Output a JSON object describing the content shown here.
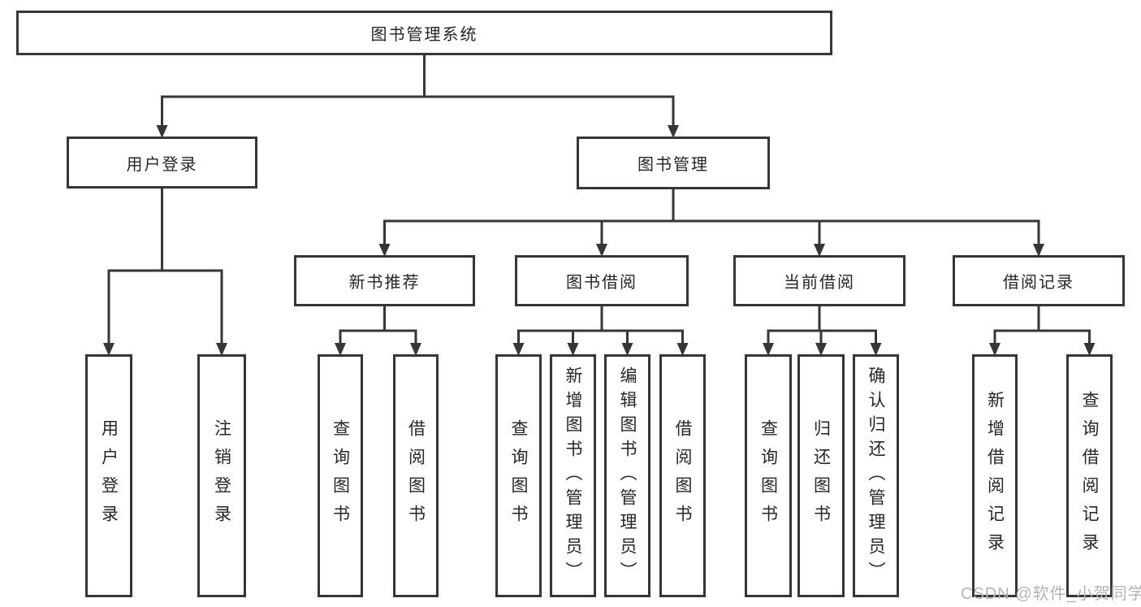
{
  "diagram": {
    "title": "图书管理系统",
    "watermark": "CSDN @软件_小贺同学",
    "colors": {
      "line": "#363636",
      "box_border": "#363636",
      "box_background": "#ffffff",
      "text": "#262626",
      "watermark_text": "#b4b4b4"
    },
    "nodes": [
      {
        "id": "root",
        "label": "图书管理系统",
        "parent": null
      },
      {
        "id": "user-login",
        "label": "用户登录",
        "parent": "root"
      },
      {
        "id": "book-mgmt",
        "label": "图书管理",
        "parent": "root"
      },
      {
        "id": "login",
        "label": "用户登录",
        "parent": "user-login"
      },
      {
        "id": "logout",
        "label": "注销登录",
        "parent": "user-login"
      },
      {
        "id": "new-book-rec",
        "label": "新书推荐",
        "parent": "book-mgmt"
      },
      {
        "id": "book-borrow",
        "label": "图书借阅",
        "parent": "book-mgmt"
      },
      {
        "id": "current-borrow",
        "label": "当前借阅",
        "parent": "book-mgmt"
      },
      {
        "id": "borrow-records",
        "label": "借阅记录",
        "parent": "book-mgmt"
      },
      {
        "id": "nbr-query",
        "label": "查询图书",
        "parent": "new-book-rec"
      },
      {
        "id": "nbr-borrow",
        "label": "借阅图书",
        "parent": "new-book-rec"
      },
      {
        "id": "bb-query",
        "label": "查询图书",
        "parent": "book-borrow"
      },
      {
        "id": "bb-add",
        "label": "新增图书（管理员）",
        "parent": "book-borrow"
      },
      {
        "id": "bb-edit",
        "label": "编辑图书（管理员）",
        "parent": "book-borrow"
      },
      {
        "id": "bb-borrow",
        "label": "借阅图书",
        "parent": "book-borrow"
      },
      {
        "id": "cb-query",
        "label": "查询图书",
        "parent": "current-borrow"
      },
      {
        "id": "cb-return",
        "label": "归还图书",
        "parent": "current-borrow"
      },
      {
        "id": "cb-confirm",
        "label": "确认归还（管理员）",
        "parent": "current-borrow"
      },
      {
        "id": "br-add",
        "label": "新增借阅记录",
        "parent": "borrow-records"
      },
      {
        "id": "br-query",
        "label": "查询借阅记录",
        "parent": "borrow-records"
      }
    ]
  }
}
